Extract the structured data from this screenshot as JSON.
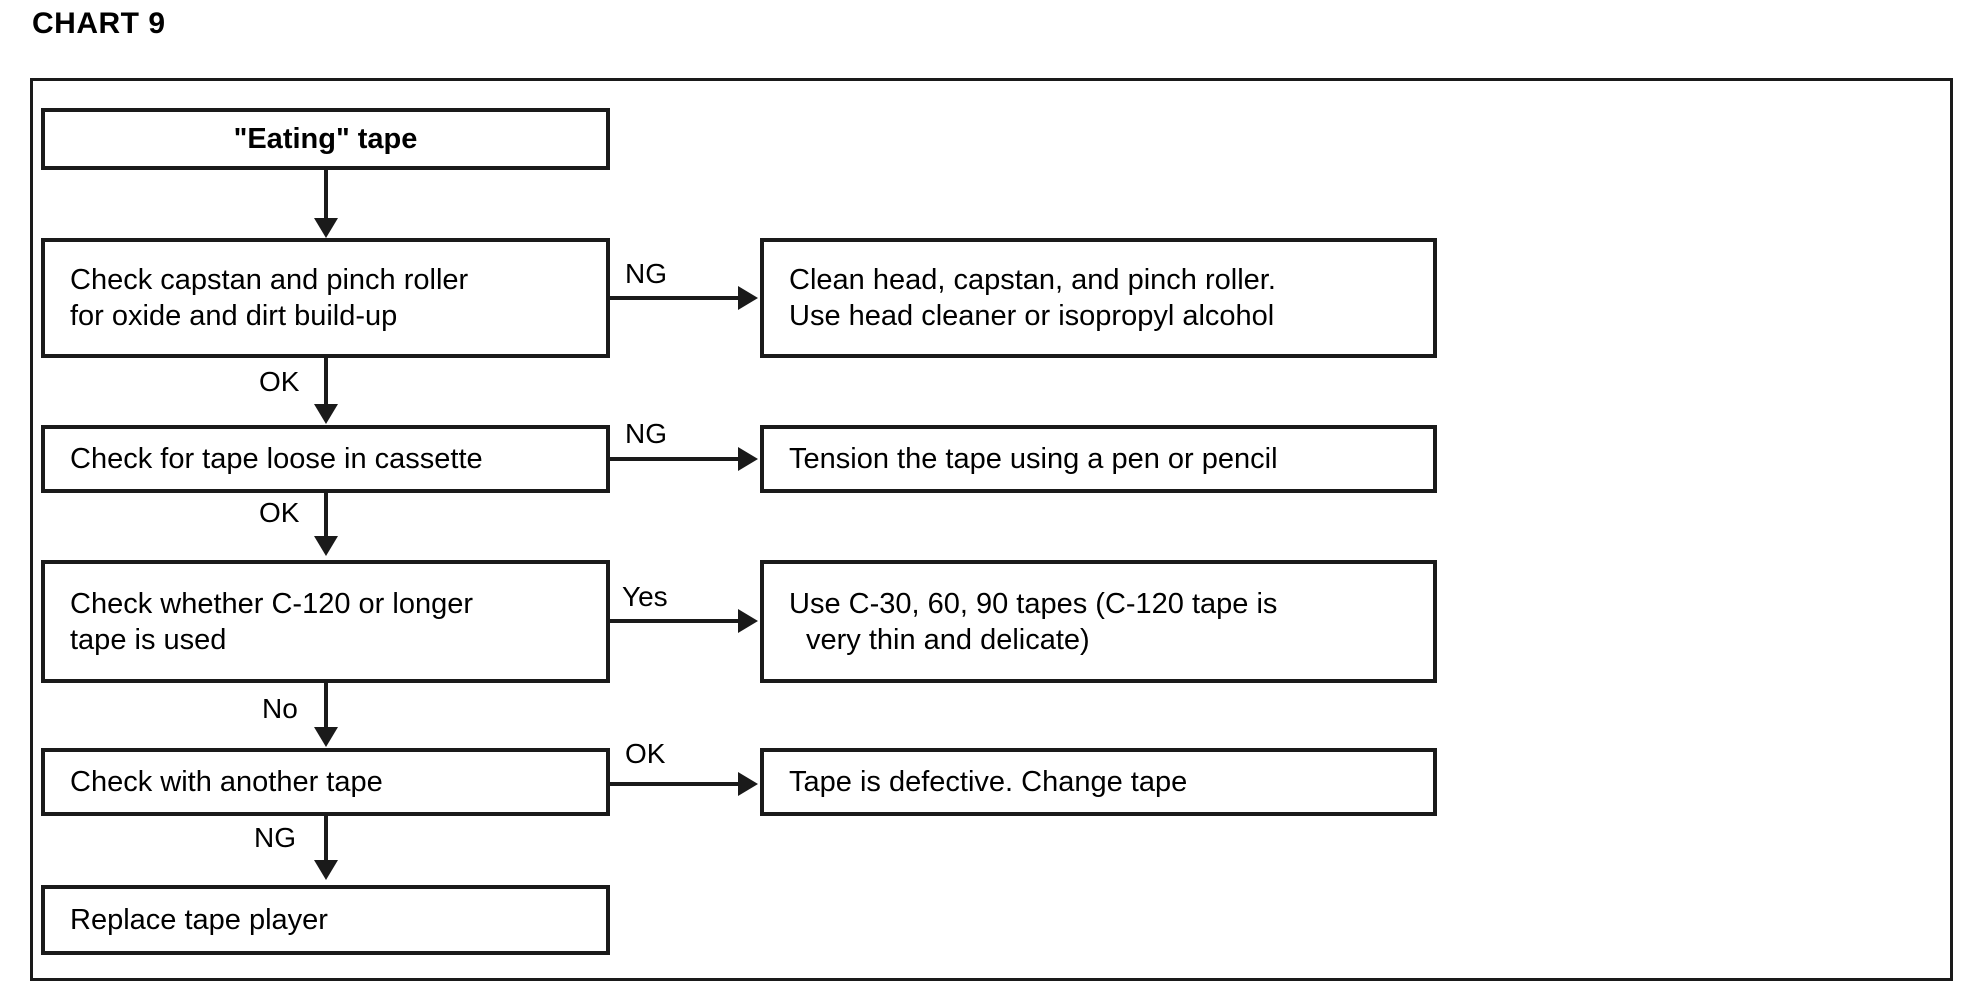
{
  "title": "CHART 9",
  "chart_data": {
    "type": "diagram",
    "title": "CHART 9",
    "subtype": "troubleshooting-flowchart",
    "nodes": [
      {
        "id": "start",
        "text_lines": [
          "\"Eating\" tape"
        ],
        "column": "left",
        "bold": true
      },
      {
        "id": "check1",
        "text_lines": [
          "Check capstan and pinch roller",
          "for oxide and dirt build-up"
        ],
        "column": "left",
        "bold": false
      },
      {
        "id": "action1",
        "text_lines": [
          "Clean head, capstan, and pinch roller.",
          "Use head cleaner or isopropyl alcohol"
        ],
        "column": "right",
        "bold": false
      },
      {
        "id": "check2",
        "text_lines": [
          "Check for tape loose in cassette"
        ],
        "column": "left",
        "bold": false
      },
      {
        "id": "action2",
        "text_lines": [
          "Tension the tape using a pen or pencil"
        ],
        "column": "right",
        "bold": false
      },
      {
        "id": "check3",
        "text_lines": [
          "Check whether C-120 or longer",
          "tape is used"
        ],
        "column": "left",
        "bold": false
      },
      {
        "id": "action3",
        "text_lines": [
          "Use C-30, 60, 90 tapes (C-120 tape is",
          "very thin and delicate)"
        ],
        "column": "right",
        "bold": false
      },
      {
        "id": "check4",
        "text_lines": [
          "Check with another tape"
        ],
        "column": "left",
        "bold": false
      },
      {
        "id": "action4",
        "text_lines": [
          "Tape is defective. Change tape"
        ],
        "column": "right",
        "bold": false
      },
      {
        "id": "end",
        "text_lines": [
          "Replace tape player"
        ],
        "column": "left",
        "bold": false
      }
    ],
    "edges": [
      {
        "from": "start",
        "to": "check1",
        "label": "",
        "direction": "down"
      },
      {
        "from": "check1",
        "to": "action1",
        "label": "NG",
        "direction": "right"
      },
      {
        "from": "check1",
        "to": "check2",
        "label": "OK",
        "direction": "down"
      },
      {
        "from": "check2",
        "to": "action2",
        "label": "NG",
        "direction": "right"
      },
      {
        "from": "check2",
        "to": "check3",
        "label": "OK",
        "direction": "down"
      },
      {
        "from": "check3",
        "to": "action3",
        "label": "Yes",
        "direction": "right"
      },
      {
        "from": "check3",
        "to": "check4",
        "label": "No",
        "direction": "down"
      },
      {
        "from": "check4",
        "to": "action4",
        "label": "OK",
        "direction": "right"
      },
      {
        "from": "check4",
        "to": "end",
        "label": "NG",
        "direction": "down"
      }
    ]
  },
  "nodes": {
    "start": {
      "line1": "\"Eating\" tape"
    },
    "check1": {
      "line1": "Check capstan and pinch roller",
      "line2": "for oxide and dirt build-up"
    },
    "action1": {
      "line1": "Clean head, capstan, and pinch roller.",
      "line2": "Use head cleaner or isopropyl alcohol"
    },
    "check2": {
      "line1": "Check for tape loose in cassette"
    },
    "action2": {
      "line1": "Tension the tape using a pen or pencil"
    },
    "check3": {
      "line1": "Check whether C-120 or longer",
      "line2": "tape is used"
    },
    "action3": {
      "line1": "Use C-30, 60, 90 tapes (C-120 tape is",
      "line2": "very thin and delicate)"
    },
    "check4": {
      "line1": "Check with another tape"
    },
    "action4": {
      "line1": "Tape is defective. Change tape"
    },
    "end": {
      "line1": "Replace tape player"
    }
  },
  "labels": {
    "ng1": "NG",
    "ok1": "OK",
    "ng2": "NG",
    "ok2": "OK",
    "yes3": "Yes",
    "no3": "No",
    "ok4": "OK",
    "ng4": "NG"
  },
  "colors": {
    "ink": "#1a1a1a",
    "background": "#ffffff"
  }
}
